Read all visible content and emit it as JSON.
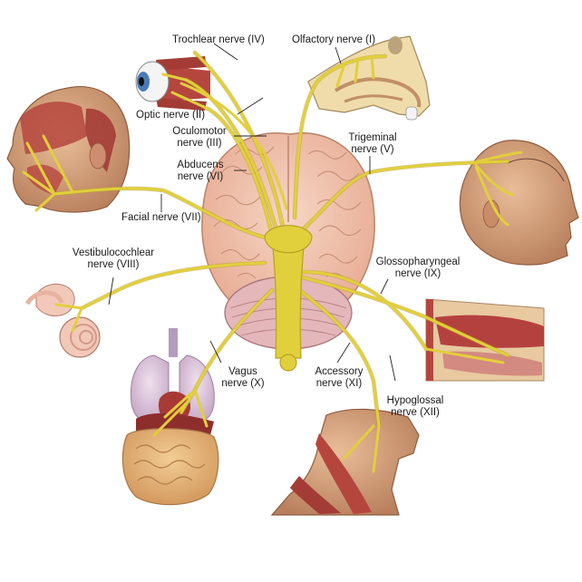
{
  "labels": {
    "trochlear": "Trochlear nerve (IV)",
    "olfactory": "Olfactory nerve (I)",
    "optic": "Optic nerve (II)",
    "oculomotor": [
      "Oculomotor",
      "nerve (III)"
    ],
    "trigeminal": [
      "Trigeminal",
      "nerve (V)"
    ],
    "abducens": [
      "Abducens",
      "nerve (VI)"
    ],
    "facial": "Facial nerve (VII)",
    "vestibulocochlear": [
      "Vestibulocochlear",
      "nerve (VIII)"
    ],
    "glossopharyngeal": [
      "Glossopharyngeal",
      "nerve (IX)"
    ],
    "vagus": [
      "Vagus",
      "nerve (X)"
    ],
    "accessory": [
      "Accessory",
      "nerve (XI)"
    ],
    "hypoglossal": [
      "Hypoglossal",
      "nerve (XII)"
    ]
  },
  "colors": {
    "nerve": "#e2cf3c",
    "nerve_dark": "#b8a223",
    "brain": "#f1c6b0",
    "brain_line": "#b9826a",
    "skin": "#e0ad87",
    "muscle": "#b5463e",
    "lung": "#d9c2d6",
    "intestine": "#e6b77e",
    "leader": "#222222"
  }
}
